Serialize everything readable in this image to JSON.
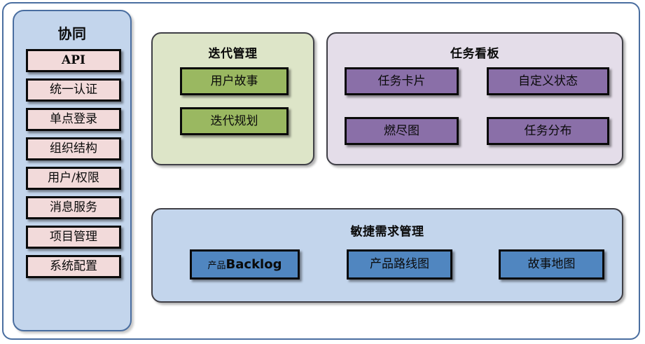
{
  "diagram": {
    "title_semantic": "agile-platform-architecture",
    "colors": {
      "outer_border": "#4a6ea0",
      "sidebar_fill": "#c3d5ec",
      "sidebar_border": "#4a6ea0",
      "node_pink": "#f2dada",
      "panel_green_fill": "#dde5c8",
      "node_green": "#9ab861",
      "panel_purple_fill": "#e4dde9",
      "node_purple": "#8a6fa8",
      "panel_blue_fill": "#c3d5ec",
      "node_blue": "#5086c0",
      "node_border": "#0a0a0a",
      "panel_border": "#3f3f46"
    }
  },
  "sidebar": {
    "title": "协同",
    "items": [
      {
        "label": "API"
      },
      {
        "label": "统一认证"
      },
      {
        "label": "单点登录"
      },
      {
        "label": "组织结构"
      },
      {
        "label": "用户/权限"
      },
      {
        "label": "消息服务"
      },
      {
        "label": "项目管理"
      },
      {
        "label": "系统配置"
      }
    ]
  },
  "panels": [
    {
      "id": "iteration",
      "title": "迭代管理",
      "nodes": [
        {
          "label": "用户故事"
        },
        {
          "label": "迭代规划"
        }
      ]
    },
    {
      "id": "taskboard",
      "title": "任务看板",
      "nodes": [
        {
          "label": "任务卡片"
        },
        {
          "label": "自定义状态"
        },
        {
          "label": "燃尽图"
        },
        {
          "label": "任务分布"
        }
      ]
    },
    {
      "id": "agile",
      "title": "敏捷需求管理",
      "nodes": [
        {
          "label_cn": "产品",
          "label_en": "Backlog",
          "label": "产品Backlog"
        },
        {
          "label": "产品路线图"
        },
        {
          "label": "故事地图"
        }
      ]
    }
  ]
}
